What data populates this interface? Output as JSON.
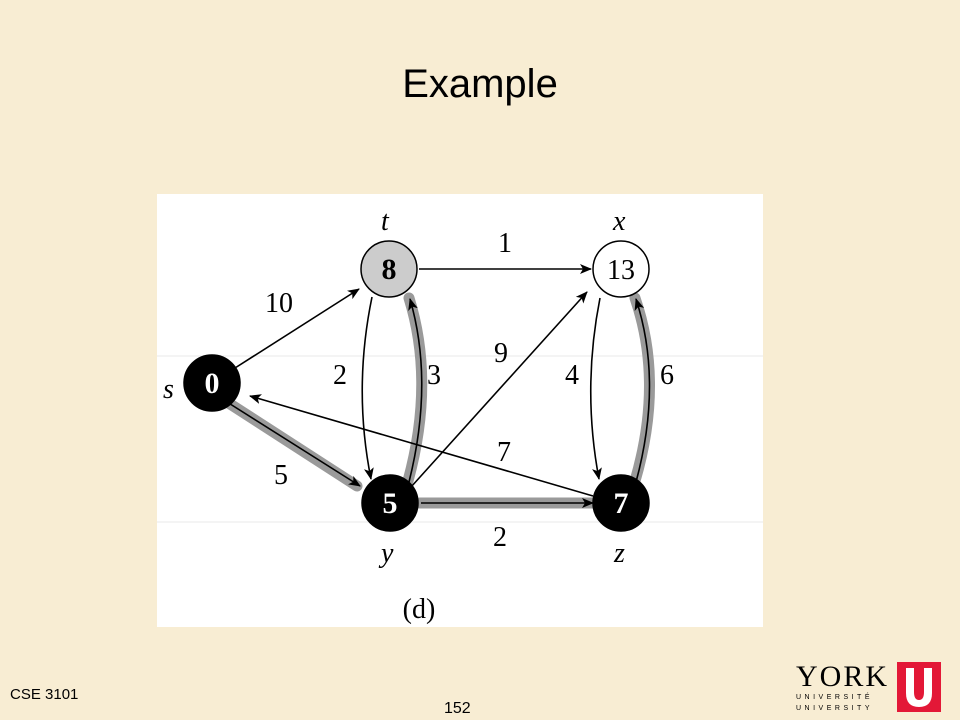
{
  "slide": {
    "title": "Example",
    "course": "CSE 3101",
    "page_number": "152"
  },
  "logo": {
    "word": "YORK",
    "line1": "UNIVERSITÉ",
    "line2": "UNIVERSITY",
    "accent_color": "#e31837"
  },
  "graph": {
    "caption": "(d)",
    "nodes": [
      {
        "id": "s",
        "name": "s",
        "value": "0",
        "fill": "#000000"
      },
      {
        "id": "t",
        "name": "t",
        "value": "8",
        "fill": "#cccccc"
      },
      {
        "id": "x",
        "name": "x",
        "value": "13",
        "fill": "#ffffff"
      },
      {
        "id": "y",
        "name": "y",
        "value": "5",
        "fill": "#000000"
      },
      {
        "id": "z",
        "name": "z",
        "value": "7",
        "fill": "#000000"
      }
    ],
    "edges": [
      {
        "from": "s",
        "to": "t",
        "weight": "10",
        "shaded": false
      },
      {
        "from": "s",
        "to": "y",
        "weight": "5",
        "shaded": true
      },
      {
        "from": "t",
        "to": "x",
        "weight": "1",
        "shaded": false
      },
      {
        "from": "t",
        "to": "y",
        "weight": "2",
        "shaded": false
      },
      {
        "from": "y",
        "to": "t",
        "weight": "3",
        "shaded": true
      },
      {
        "from": "y",
        "to": "x",
        "weight": "9",
        "shaded": false
      },
      {
        "from": "y",
        "to": "z",
        "weight": "2",
        "shaded": true
      },
      {
        "from": "x",
        "to": "z",
        "weight": "4",
        "shaded": false
      },
      {
        "from": "z",
        "to": "x",
        "weight": "6",
        "shaded": true
      },
      {
        "from": "z",
        "to": "s",
        "weight": "7",
        "shaded": false
      }
    ]
  }
}
